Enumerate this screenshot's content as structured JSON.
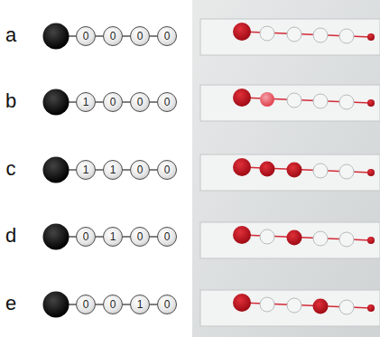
{
  "diagram": {
    "nodes": [
      {
        "text": [
          "0"
        ]
      },
      {
        "text": [
          "0"
        ]
      },
      {
        "text": [
          "0"
        ]
      },
      {
        "text": [
          "0"
        ]
      },
      {
        "text": [
          "1"
        ]
      },
      {
        "text": [
          "0"
        ]
      },
      {
        "text": [
          "0"
        ]
      },
      {
        "text": [
          "0"
        ]
      },
      {
        "text": [
          "1"
        ]
      },
      {
        "text": [
          "1"
        ]
      },
      {
        "text": [
          "0"
        ]
      },
      {
        "text": [
          "0"
        ]
      },
      {
        "text": [
          "0"
        ]
      },
      {
        "text": [
          "1"
        ]
      },
      {
        "text": [
          "0"
        ]
      },
      {
        "text": [
          "0"
        ]
      },
      {
        "text": [
          "0"
        ]
      },
      {
        "text": [
          "0"
        ]
      },
      {
        "text": [
          "1"
        ]
      },
      {
        "text": [
          "0"
        ]
      }
    ],
    "edges": [
      {
        "from": 0,
        "to": 1,
        "arrow": "none"
      },
      {
        "from": 1,
        "to": 2,
        "arrow": "none"
      },
      {
        "from": 2,
        "to": 3,
        "arrow": "none"
      },
      {
        "from": 4,
        "to": 5,
        "arrow": "none"
      },
      {
        "from": 5,
        "to": 6,
        "arrow": "none"
      },
      {
        "from": 6,
        "to": 7,
        "arrow": "none"
      },
      {
        "from": 8,
        "to": 9,
        "arrow": "none"
      },
      {
        "from": 9,
        "to": 10,
        "arrow": "none"
      },
      {
        "from": 10,
        "to": 11,
        "arrow": "none"
      },
      {
        "from": 12,
        "to": 13,
        "arrow": "none"
      },
      {
        "from": 13,
        "to": 14,
        "arrow": "none"
      },
      {
        "from": 14,
        "to": 15,
        "arrow": "none"
      },
      {
        "from": 16,
        "to": 17,
        "arrow": "none"
      },
      {
        "from": 17,
        "to": 18,
        "arrow": "none"
      },
      {
        "from": 18,
        "to": 19,
        "arrow": "none"
      }
    ],
    "labels": [
      "a",
      "b",
      "c",
      "d",
      "e"
    ]
  }
}
